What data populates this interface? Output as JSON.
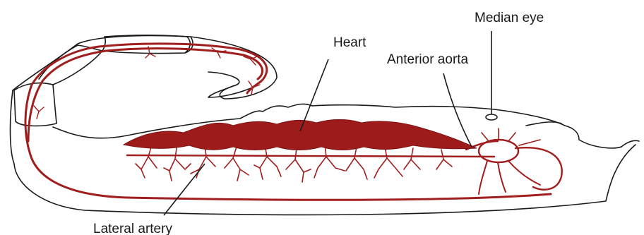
{
  "labels": {
    "median_eye": "Median eye",
    "heart": "Heart",
    "anterior_aorta": "Anterior aorta",
    "lateral_artery": "Lateral artery"
  },
  "colors": {
    "vessel": "#a01e1e",
    "heart": "#9e1b1b",
    "outline": "#1a1a1a"
  }
}
